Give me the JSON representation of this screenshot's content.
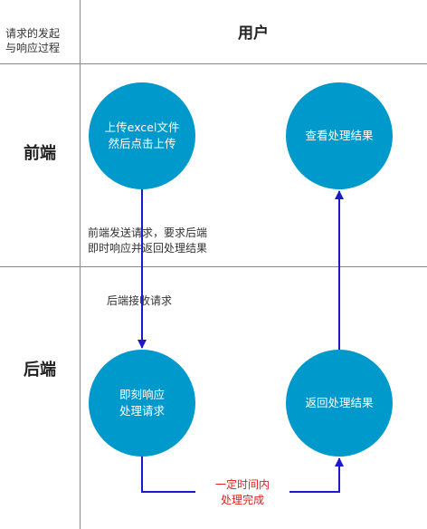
{
  "corner_label": "请求的发起\n与响应过程",
  "column_header": "用户",
  "rows": {
    "front": "前端",
    "back": "后端"
  },
  "nodes": {
    "upload": "上传excel文件\n然后点击上传",
    "view_result": "查看处理结果",
    "respond": "即刻响应\n处理请求",
    "return_result": "返回处理结果"
  },
  "edges": {
    "frontend_request": "前端发送请求，要求后端\n即时响应并返回处理结果",
    "backend_receive": "后端接收请求",
    "processing_done": "一定时间内\n处理完成"
  },
  "colors": {
    "node_fill": "#0099cc",
    "arrow": "#1a1acc",
    "highlight_text": "#e02020",
    "grid_line": "#8a8a8a"
  }
}
